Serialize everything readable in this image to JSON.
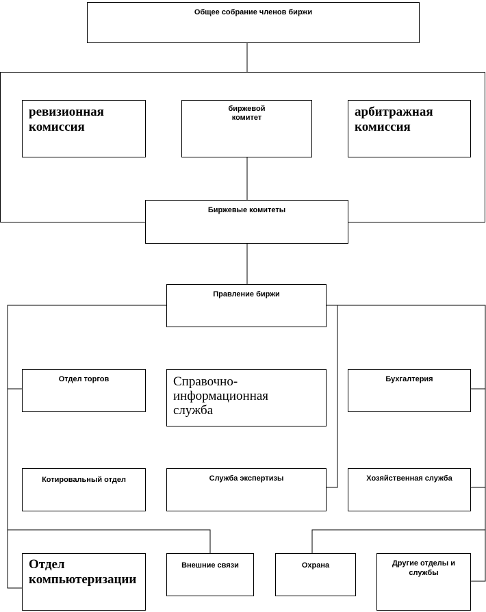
{
  "diagram": {
    "nodes": {
      "general_meeting": "Общее собрание членов биржи",
      "audit_commission": "ревизионная\nкомиссия",
      "exchange_committee": "биржевой\nкомитет",
      "arbitration_commission": "арбитражная\nкомиссия",
      "exchange_committees": "Биржевые комитеты",
      "board": "Правление биржи",
      "trading_dept": "Отдел торгов",
      "info_service": "Справочно-\nинформационная\nслужба",
      "accounting": "Бухгалтерия",
      "quotation_dept": "Котировальный отдел",
      "expertise_service": "Служба экспертизы",
      "household_service": "Хозяйственная служба",
      "computerization_dept": "Отдел\nкомпьютеризации",
      "external_relations": "Внешние связи",
      "security": "Охрана",
      "other_depts": "Другие отделы и\nслужбы"
    }
  }
}
